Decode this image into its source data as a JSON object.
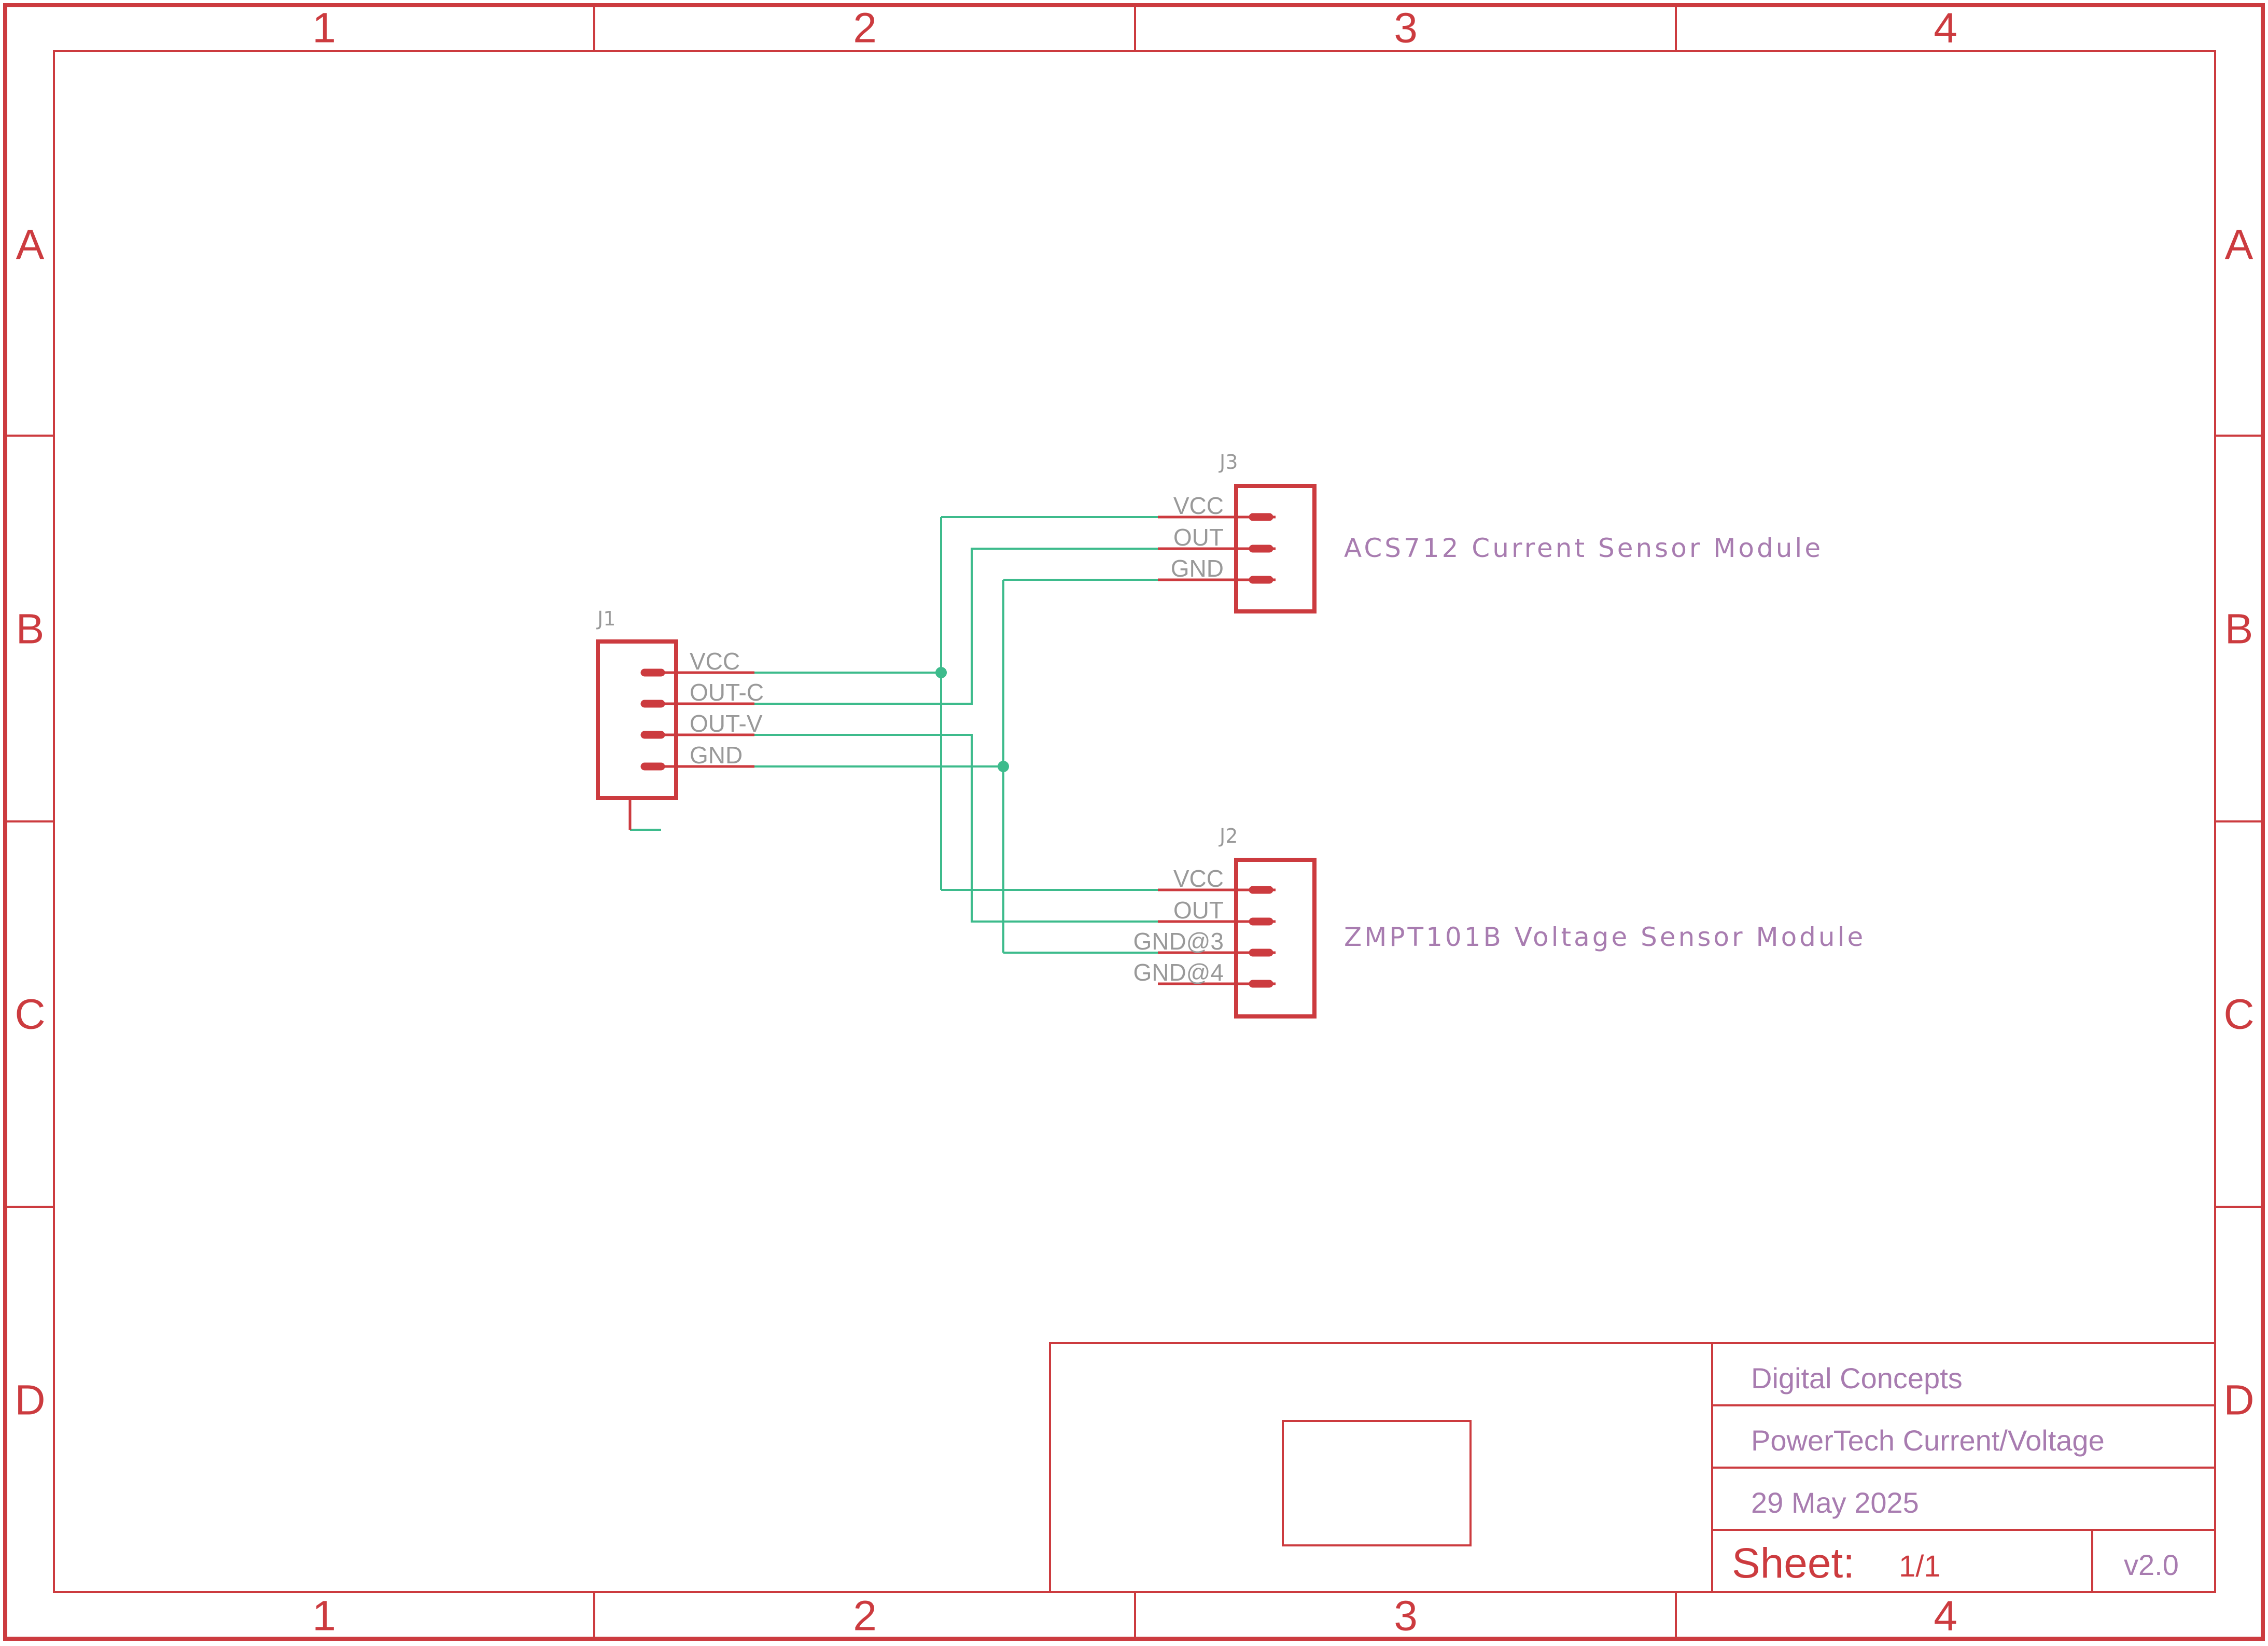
{
  "frame": {
    "columns": [
      "1",
      "2",
      "3",
      "4"
    ],
    "rows": [
      "A",
      "B",
      "C",
      "D"
    ]
  },
  "components": {
    "j1": {
      "refdes": "J1",
      "pins": [
        "VCC",
        "OUT-C",
        "OUT-V",
        "GND"
      ]
    },
    "j3": {
      "refdes": "J3",
      "pins": [
        "VCC",
        "OUT",
        "GND"
      ],
      "value": "ACS712 Current Sensor Module"
    },
    "j2": {
      "refdes": "J2",
      "pins": [
        "VCC",
        "OUT",
        "GND@3",
        "GND@4"
      ],
      "value": "ZMPT101B Voltage Sensor Module"
    }
  },
  "title_block": {
    "company": "Digital Concepts",
    "title": "PowerTech Current/Voltage",
    "date": "29 May 2025",
    "sheet_label": "Sheet:",
    "sheet_number": "1/1",
    "revision": "v2.0"
  },
  "colors": {
    "frame": "#cc3b3f",
    "wire": "#3dbb8c",
    "pin_label": "#999999",
    "annotation": "#a87cb0"
  }
}
